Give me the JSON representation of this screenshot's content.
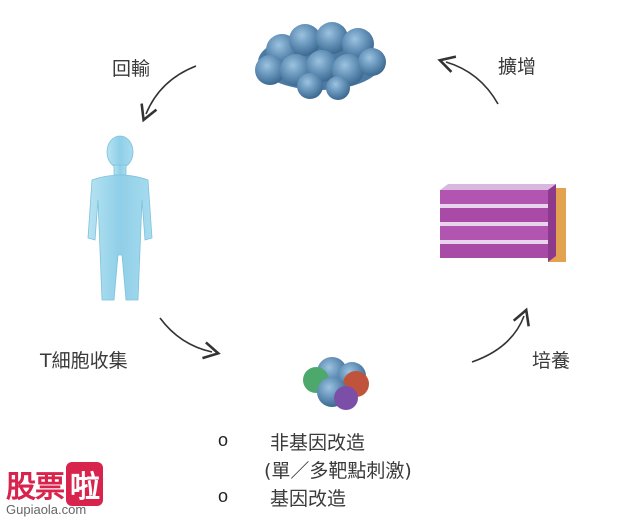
{
  "labels": {
    "return": "回輸",
    "expand": "擴增",
    "collect": "T細胞收集",
    "culture": "培養"
  },
  "options": [
    {
      "bullet": "o",
      "text": "非基因改造"
    },
    {
      "bullet": "",
      "text": "(單／多靶點刺激)"
    },
    {
      "bullet": "o",
      "text": "基因改造"
    }
  ],
  "watermark": {
    "brand_left": "股票",
    "brand_badge": "啦",
    "url": "Gupiaola.com"
  },
  "colors": {
    "cell_blue": "#5f8db4",
    "body_blue": "#9ad4ea",
    "layer_purple": "#b255b0",
    "accent_orange": "#e3a24f",
    "watermark_red": "#d8244d"
  }
}
